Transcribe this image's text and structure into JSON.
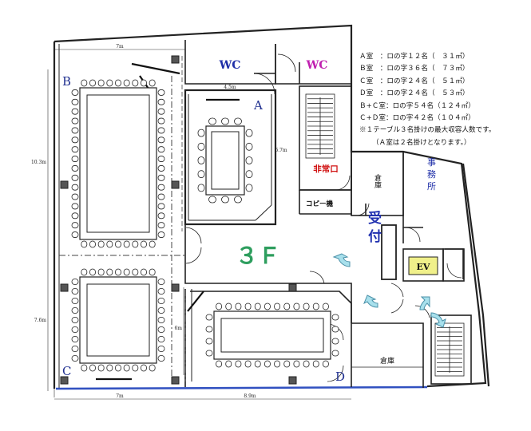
{
  "rooms": {
    "a": "A",
    "b": "B",
    "c": "C",
    "d": "D",
    "wc_left": "WC",
    "wc_right": "WC",
    "emergency_exit": "非常口",
    "copy_machine": "コピー機",
    "storage_upper": "倉庫",
    "storage_lower": "倉庫",
    "office": "事務所",
    "reception": "受付",
    "elevator": "EV",
    "floor": "３Ｆ"
  },
  "dimensions": {
    "top_left_width": "7m",
    "room_a_width": "4.5m",
    "room_a_height": "6.7m",
    "left_upper_height": "10.3m",
    "left_lower_height": "7.6m",
    "room_d_height": "6m",
    "bottom_left_width": "7m",
    "bottom_right_width": "8.9m"
  },
  "legend": {
    "rows": [
      "Ａ室　：ロの字１２名（　３１㎡）",
      "Ｂ室　：ロの字３６名（　７３㎡）",
      "Ｃ室　：ロの字２４名（　５１㎡）",
      "Ｄ室　：ロの字２４名（　５３㎡）",
      "Ｂ+Ｃ室：ロの字５４名（１２４㎡）",
      "Ｃ+Ｄ室：ロの字４２名（１０４㎡）"
    ],
    "note": "※１テーブル３名掛けの最大収容人数です。",
    "note2": "（Ａ室は２名掛けとなります。）"
  },
  "colors": {
    "room_letter": "#1f2f8f",
    "wc_left": "#1f2fa8",
    "wc_right": "#c020b0",
    "emergency": "#d01010",
    "reception": "#2030b0",
    "floor_label": "#2e9e5e",
    "ev_fill": "#f0f08a",
    "arrow": "#a8e0ec",
    "bottom_line": "#3050c0"
  }
}
